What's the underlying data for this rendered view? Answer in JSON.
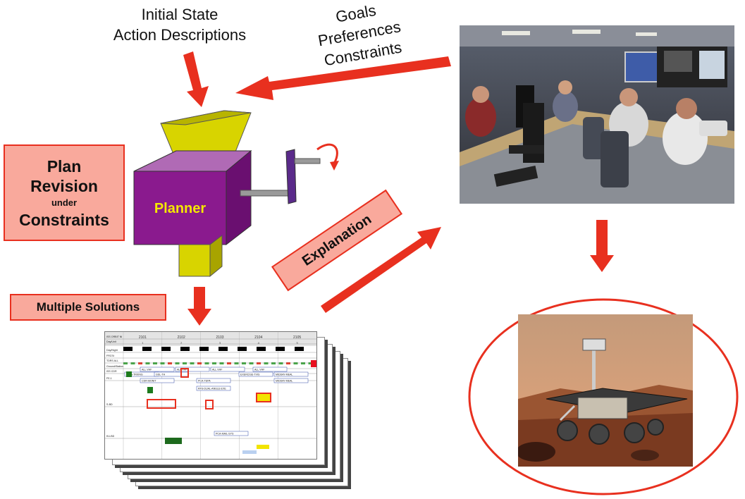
{
  "labels": {
    "inputs_line1": "Initial State",
    "inputs_line2": "Action Descriptions",
    "goals_line1": "Goals",
    "goals_line2": "Preferences",
    "goals_line3": "Constraints",
    "planner": "Planner",
    "plan_revision_line1": "Plan",
    "plan_revision_line2": "Revision",
    "plan_revision_line3": "under",
    "plan_revision_line4": "Constraints",
    "multiple_solutions": "Multiple Solutions",
    "explanation": "Explanation"
  },
  "colors": {
    "arrow_red": "#e8301f",
    "box_fill": "#f9a99c",
    "hopper_yellow": "#d8d400",
    "planner_purple": "#8a1a8e",
    "crank_purple": "#5a2a8a",
    "ellipse_red": "#e8301f"
  },
  "timeline": {
    "header_numbers": [
      "2101",
      "2102",
      "2103",
      "2104",
      "2105"
    ],
    "sub_numbers": [
      "1",
      "2",
      "3",
      "4",
      "5"
    ],
    "row_labels": [
      "ISS ORBIT NI",
      "Day/Unit",
      "Day/Night",
      "FRCSt",
      "TDRS ALL",
      "Ground/Station",
      "ISS CDR",
      "FE-1",
      "S-BD",
      "KU-BD"
    ],
    "tasks": [
      "ALL VHF",
      "ALL VHF",
      "ALL VHF",
      "ALL VHF",
      "PFTA-TRKING",
      "GSL-TH",
      "EXERCISE-TVIS",
      "MIDDAY-MEAL",
      "PCA-TEPA",
      "CDR-MONIT",
      "MIDDAY-MEAL",
      "RFS-DUAL-ANGLE-EXE",
      "PCA-MAIL-SYS"
    ]
  },
  "icons": [
    "hopper-icon",
    "crank-handle-icon",
    "rotation-arrow-icon",
    "control-room-photo",
    "mars-rover-photo"
  ]
}
